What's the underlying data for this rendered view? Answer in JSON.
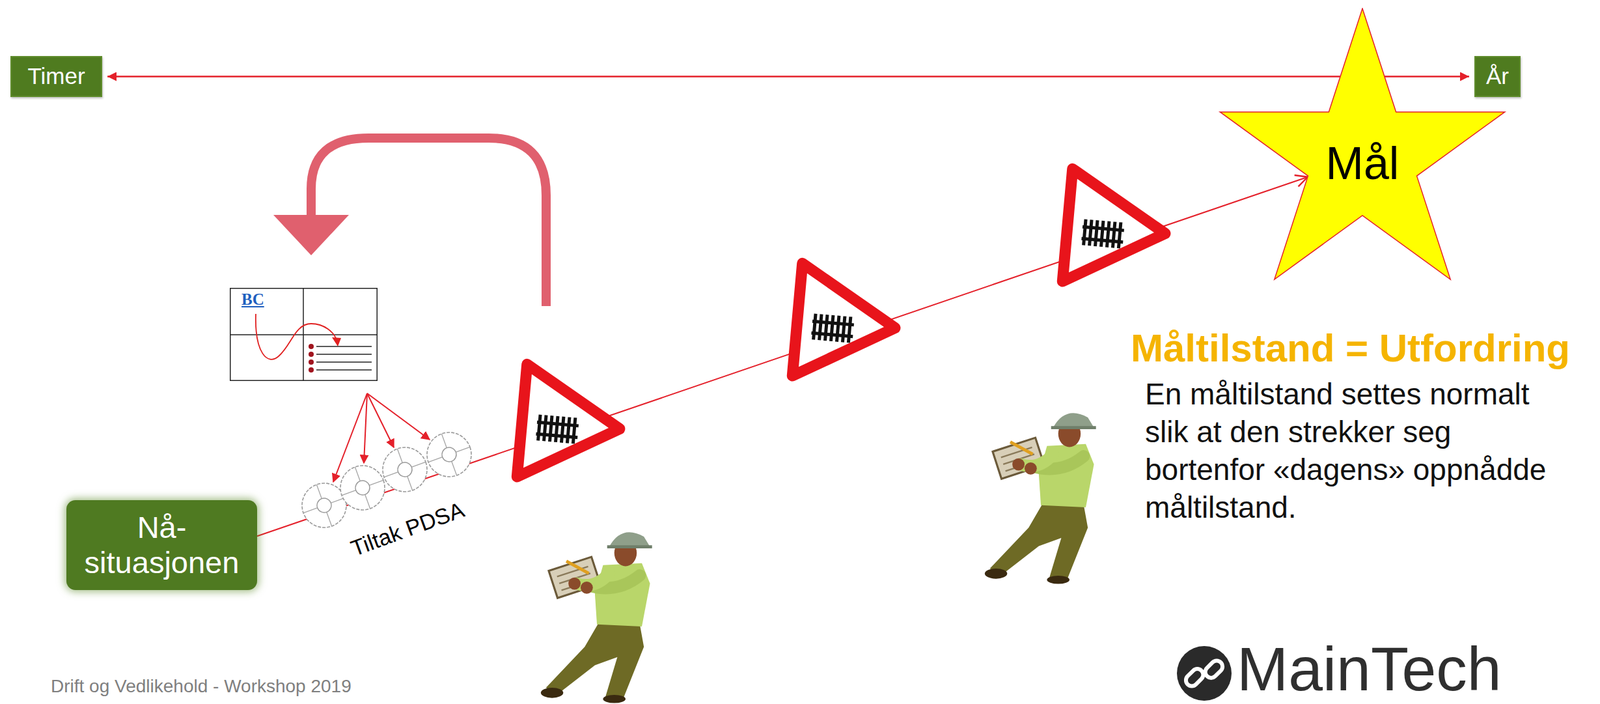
{
  "diagram": {
    "nodes": [
      {
        "text": [
          "Timer"
        ]
      },
      {
        "text": [
          "År"
        ]
      },
      {
        "text": [
          "Mål"
        ]
      },
      {
        "text": [
          "BC"
        ]
      },
      {
        "text": [
          "Nå-situasjonen"
        ]
      }
    ],
    "edges": [
      {
        "from": 0,
        "to": 1,
        "arrow": "both"
      },
      {
        "from": 4,
        "to": 2,
        "arrow": "to"
      }
    ],
    "labels": [
      "Tiltak PDSA",
      "Måltilstand = Utfordring",
      "En måltilstand settes normalt slik at den strekker seg bortenfor «dagens» oppnådde måltilstand.",
      "Drift og Vedlikehold - Workshop 2019",
      "MainTech"
    ]
  }
}
